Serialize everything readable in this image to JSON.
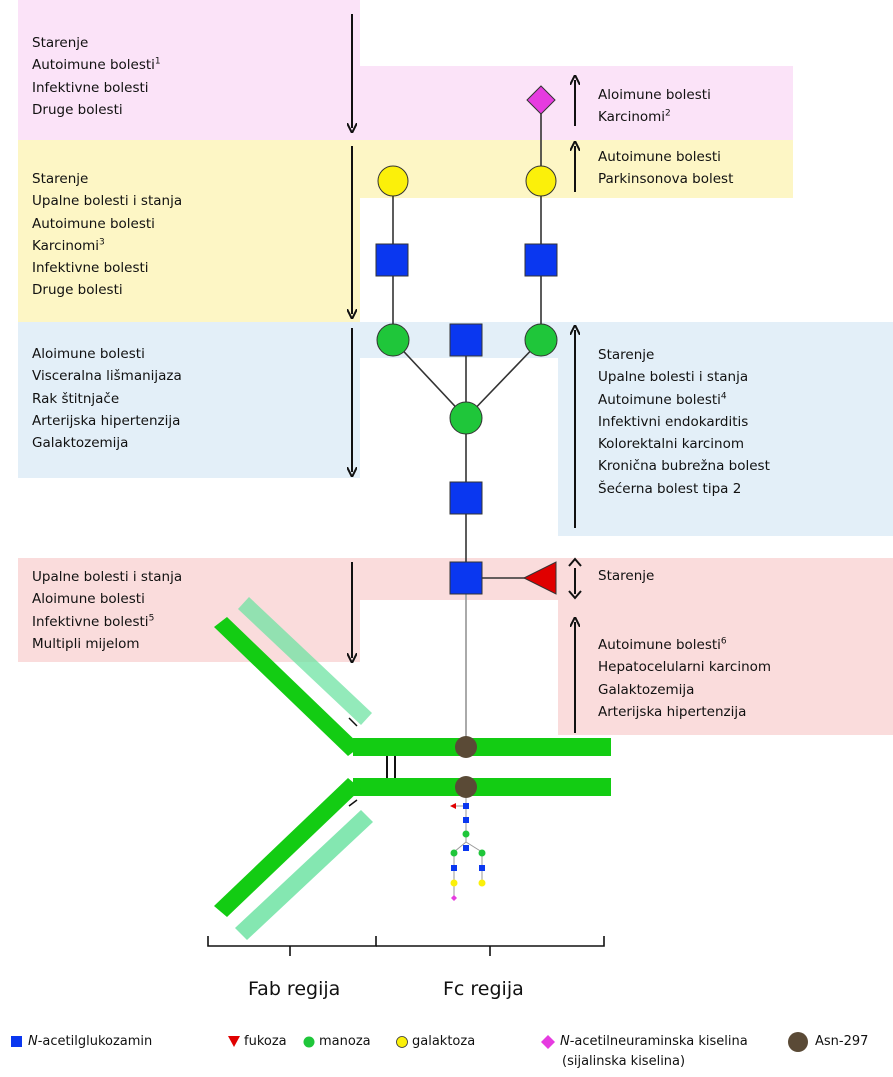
{
  "colors": {
    "pink_band": "#fbe3f8",
    "yellow_band": "#fdf6c5",
    "blue_band": "#e3eff8",
    "red_band": "#fadcdc",
    "heavy_chain": "#13cc13",
    "light_chain": "#6fe3a3",
    "glcnac": "#0a37f0",
    "fucose": "#e00000",
    "mannose": "#1fc63a",
    "galactose": "#fbf00a",
    "sialic": "#e63be0",
    "asn": "#5a4a36"
  },
  "left": {
    "pink": [
      "Starenje",
      "Autoimune bolesti",
      "Infektivne bolesti",
      "Druge bolesti"
    ],
    "pink_sup": "1",
    "yellow": [
      "Starenje",
      "Upalne bolesti i stanja",
      "Autoimune bolesti",
      "Karcinomi",
      "Infektivne bolesti",
      "Druge bolesti"
    ],
    "yellow_sup": "3",
    "blue": [
      "Aloimune bolesti",
      "Visceralna lišmanijaza",
      "Rak štitnjače",
      "Arterijska hipertenzija",
      "Galaktozemija"
    ],
    "red": [
      "Upalne bolesti i stanja",
      "Aloimune bolesti",
      "Infektivne bolesti",
      "Multipli mijelom"
    ],
    "red_sup": "5"
  },
  "right": {
    "pink": [
      "Aloimune bolesti",
      "Karcinomi"
    ],
    "pink_sup": "2",
    "yellow": [
      "Autoimune bolesti",
      "Parkinsonova bolest"
    ],
    "blue": [
      "Starenje",
      "Upalne bolesti i stanja",
      "Autoimune bolesti",
      "Infektivni endokarditis",
      "Kolorektalni karcinom",
      "Kronična bubrežna bolest",
      "Šećerna bolest tipa 2"
    ],
    "blue_sup": "4",
    "red_top": [
      "Starenje"
    ],
    "red_bottom": [
      "Autoimune bolesti",
      "Hepatocelularni karcinom",
      "Galaktozemija",
      "Arterijska hipertenzija"
    ],
    "red_bottom_sup": "6"
  },
  "regions": {
    "fab": "Fab regija",
    "fc": "Fc regija"
  },
  "legend": {
    "glcnac_italic": "N",
    "glcnac_rest": "-acetilglukozamin",
    "fucose": "fukoza",
    "mannose": "manoza",
    "galactose": "galaktoza",
    "sialic_italic": "N",
    "sialic_rest": "-acetilneuraminska kiselina",
    "sialic_sub": "(sijalinska kiselina)",
    "asn": "Asn-297"
  }
}
